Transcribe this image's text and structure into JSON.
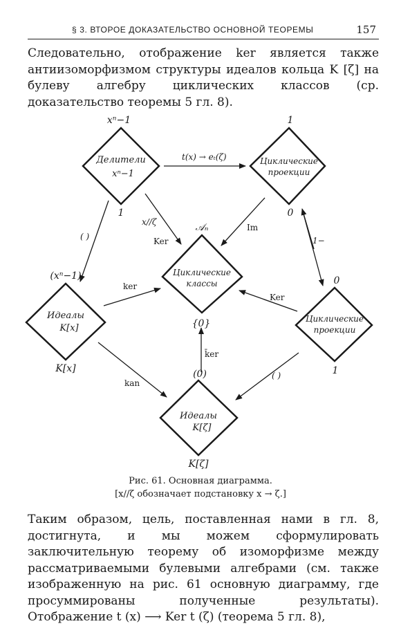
{
  "header": {
    "running_title": "§ 3. ВТОРОЕ ДОКАЗАТЕЛЬСТВО ОСНОВНОЙ ТЕОРЕМЫ",
    "page_number": "157"
  },
  "paragraph_top": "Следовательно, отображение ker является также антиизоморфизмом структуры идеалов кольца K [ζ] на булеву алгебру циклических классов (ср. доказательство теоремы 5 гл. 8).",
  "diagram": {
    "nodes": [
      {
        "id": "divisors",
        "line1": "Делители",
        "line2": "xⁿ−1",
        "top_label": "xⁿ−1",
        "bottom_label": "1"
      },
      {
        "id": "projections_top",
        "line1": "Циклические",
        "line2": "проекции",
        "top_label": "1",
        "bottom_label": "0"
      },
      {
        "id": "classes",
        "line1": "Циклические",
        "line2": "классы",
        "top_label": "𝒜ₙ",
        "bottom_label": "{0}"
      },
      {
        "id": "ideals_x",
        "line1": "Идеалы",
        "line2": "K[x]",
        "top_label": "(xⁿ−1)",
        "bottom_label": "K[x]"
      },
      {
        "id": "projections_right",
        "line1": "Циклические",
        "line2": "проекции",
        "top_label": "0",
        "bottom_label": "1"
      },
      {
        "id": "ideals_zeta",
        "line1": "Идеалы",
        "line2": "K[ζ]",
        "top_label": "(0)",
        "bottom_label": "K[ζ]"
      }
    ],
    "edge_labels": {
      "divisors_to_projections": "t(x) → eₜ(ζ)",
      "substitution": "x//ζ",
      "divisors_to_classes": "Ker",
      "divisors_to_ideals": "( )",
      "projections_im": "Im",
      "projections_complement": "1−",
      "ideals_ker": "ker",
      "projections_Ker": "Ker",
      "ideals_zeta_ker": "k̄er",
      "ideals_kan": "kan",
      "projections_to_ideals": "( )"
    }
  },
  "caption": {
    "line1": "Рис. 61. Основная диаграмма.",
    "line2": "[x//ζ обозначает подстановку x → ζ.]"
  },
  "paragraph_bottom": "Таким образом, цель, поставленная нами в гл. 8, достигнута, и мы можем сформулировать заключительную теорему об изоморфизме между рассматриваемыми булевыми алгебрами (см. также изображенную на рис. 61 основную диаграмму, где просуммированы полученные результаты). Отображение t (x) ⟶ Ker t (ζ) (теорема 5 гл. 8),"
}
